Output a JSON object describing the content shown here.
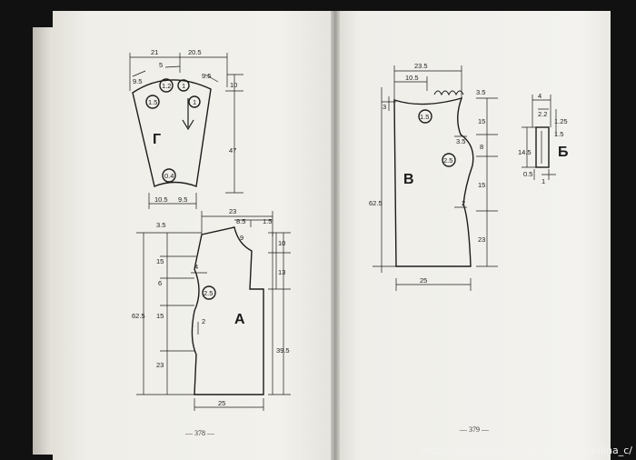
{
  "left_page": {
    "page_number": "— 378 —",
    "pattern_g": {
      "letter": "Г",
      "dims": {
        "top_left": "21",
        "top_right": "20.5",
        "left_shoulder": "9.5",
        "mid_offset": "5",
        "right_shoulder": "9.5",
        "cap_height": "10",
        "sleeve_height": "47",
        "bottom_left": "10.5",
        "bottom_right": "9.5"
      },
      "circles": [
        "1.2",
        "1",
        "1.5",
        "1",
        "0.4"
      ]
    },
    "pattern_a": {
      "letter": "А",
      "dims": {
        "top_width": "23",
        "neck": "8.5",
        "neck_right": "1.5",
        "left_top": "3.5",
        "armhole1": "15",
        "armhole2": "6",
        "waist1": "15",
        "hip": "23",
        "total": "62.5",
        "right_top": "10",
        "right_mid": "13",
        "right_bottom": "39.5",
        "shoulder": "9",
        "dart": "4",
        "bottom": "25",
        "waist_dart": "2"
      },
      "circles": [
        "2.5"
      ]
    }
  },
  "right_page": {
    "page_number": "— 379 —",
    "pattern_v": {
      "letter": "В",
      "dims": {
        "top_width": "23.5",
        "neck": "10.5",
        "left_top": "3",
        "right_top": "3.5",
        "armhole1": "15",
        "armhole2": "8",
        "waist": "15",
        "hip": "23",
        "total": "62.5",
        "armhole_small": "3.5",
        "bottom": "25",
        "dart": "2"
      },
      "circles": [
        "1.5",
        "2.5"
      ]
    },
    "pattern_b": {
      "letter": "Б",
      "dims": {
        "width": "4",
        "inner": "2.2",
        "height": "14.5",
        "side1": "1.25",
        "side2": "1.5",
        "bottom_left": "0.5",
        "bottom_right": "1"
      }
    }
  },
  "watermark": "https://www.liveinternet.ru/users/galina_c/"
}
